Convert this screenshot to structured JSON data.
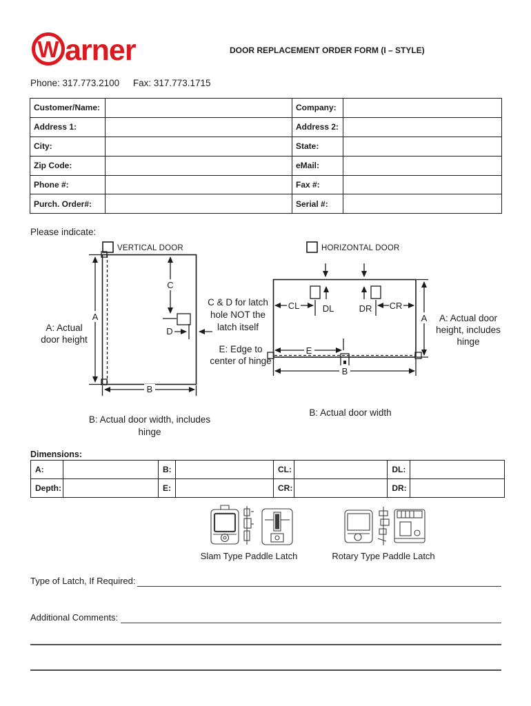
{
  "header": {
    "logo_w": "W",
    "logo_rest": "arner",
    "title": "DOOR REPLACEMENT ORDER FORM (I – STYLE)",
    "phone": "Phone: 317.773.2100",
    "fax": "Fax: 317.773.1715"
  },
  "colors": {
    "brand_red": "#da1a20",
    "ink": "#1a1a1a",
    "rule_gray": "#4d4d4d"
  },
  "customer_table": {
    "rows": [
      {
        "left_label": "Customer/Name:",
        "left_value": "",
        "right_label": "Company:",
        "right_value": ""
      },
      {
        "left_label": "Address 1:",
        "left_value": "",
        "right_label": "Address 2:",
        "right_value": ""
      },
      {
        "left_label": "City:",
        "left_value": "",
        "right_label": "State:",
        "right_value": ""
      },
      {
        "left_label": "Zip Code:",
        "left_value": "",
        "right_label": "eMail:",
        "right_value": ""
      },
      {
        "left_label": "Phone #:",
        "left_value": "",
        "right_label": "Fax #:",
        "right_value": ""
      },
      {
        "left_label": "Purch. Order#:",
        "left_value": "",
        "right_label": "Serial #:",
        "right_value": ""
      }
    ]
  },
  "indicate": {
    "label": "Please indicate:"
  },
  "diagram": {
    "vertical": {
      "checkbox_label": "VERTICAL DOOR",
      "dim_a": "A",
      "dim_b": "B",
      "dim_c": "C",
      "dim_d": "D",
      "a_caption": [
        "A: Actual",
        "door height"
      ],
      "b_caption": [
        "B: Actual door width, includes",
        "hinge"
      ],
      "cd_note": [
        "C & D for latch",
        "hole NOT the",
        "latch itself"
      ],
      "e_note": [
        "E: Edge to",
        "center of hinge"
      ]
    },
    "horizontal": {
      "checkbox_label": "HORIZONTAL DOOR",
      "dim_cl": "CL",
      "dim_dl": "DL",
      "dim_dr": "DR",
      "dim_cr": "CR",
      "dim_a": "A",
      "dim_e": "E",
      "dim_b": "B",
      "a_caption": [
        "A: Actual door",
        "height, includes",
        "hinge"
      ],
      "b_caption": "B: Actual door width"
    }
  },
  "dimensions": {
    "label": "Dimensions:",
    "rows": [
      [
        {
          "label": "A:",
          "value": ""
        },
        {
          "label": "B:",
          "value": ""
        },
        {
          "label": "CL:",
          "value": ""
        },
        {
          "label": "DL:",
          "value": ""
        }
      ],
      [
        {
          "label": "Depth:",
          "value": ""
        },
        {
          "label": "E:",
          "value": ""
        },
        {
          "label": "CR:",
          "value": ""
        },
        {
          "label": "DR:",
          "value": ""
        }
      ]
    ]
  },
  "latches": {
    "slam_caption": "Slam Type Paddle Latch",
    "rotary_caption": "Rotary Type Paddle Latch"
  },
  "footer": {
    "type_of_latch_label": "Type of Latch, If Required:",
    "additional_comments_label": "Additional Comments:"
  }
}
